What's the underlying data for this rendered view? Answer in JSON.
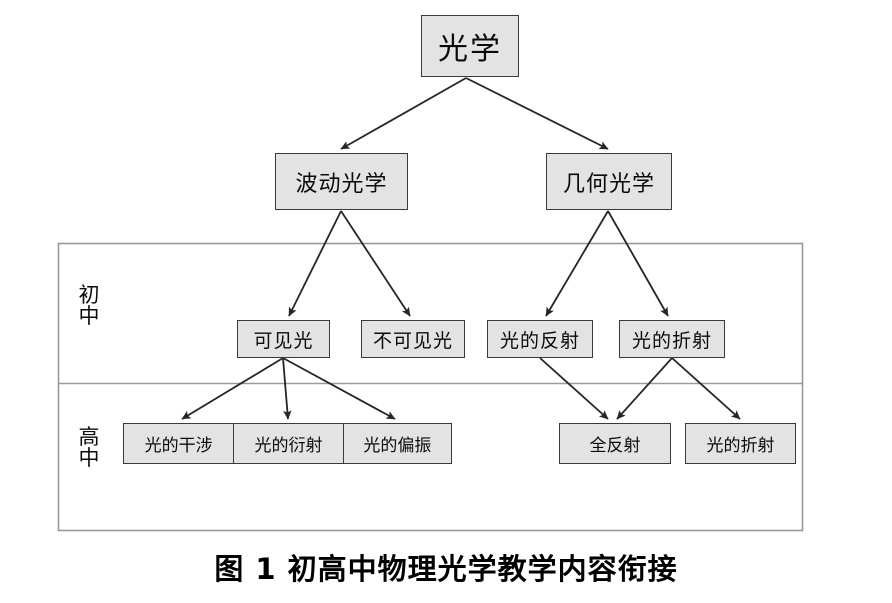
{
  "figure": {
    "caption": "图 1  初高中物理光学教学内容衔接",
    "frame": {
      "stages": [
        {
          "key": "junior",
          "label_chars": [
            "初",
            "中"
          ]
        },
        {
          "key": "senior",
          "label_chars": [
            "高",
            "中"
          ]
        }
      ]
    },
    "colors": {
      "node_fill": "#e3e3e3",
      "node_border": "#3a3a3a",
      "frame_border": "#9a9a9a",
      "arrow": "#262626",
      "text": "#0b0b0b"
    },
    "nodes": {
      "root": "光学",
      "level2": [
        {
          "key": "wave",
          "label": "波动光学"
        },
        {
          "key": "geometric",
          "label": "几何光学"
        }
      ],
      "level3": [
        {
          "key": "visible",
          "label": "可见光"
        },
        {
          "key": "invisible",
          "label": "不可见光"
        },
        {
          "key": "reflection",
          "label": "光的反射"
        },
        {
          "key": "refraction",
          "label": "光的折射"
        }
      ],
      "level4_left": [
        {
          "key": "interference",
          "label": "光的干涉"
        },
        {
          "key": "diffraction",
          "label": "光的衍射"
        },
        {
          "key": "polarization",
          "label": "光的偏振"
        }
      ],
      "level4_right": [
        {
          "key": "total-reflection",
          "label": "全反射"
        },
        {
          "key": "refraction-senior",
          "label": "光的折射"
        }
      ]
    },
    "edges": [
      {
        "from": "root",
        "to": "wave"
      },
      {
        "from": "root",
        "to": "geometric"
      },
      {
        "from": "wave",
        "to": "visible"
      },
      {
        "from": "wave",
        "to": "invisible"
      },
      {
        "from": "geometric",
        "to": "reflection"
      },
      {
        "from": "geometric",
        "to": "refraction"
      },
      {
        "from": "visible",
        "to": "interference"
      },
      {
        "from": "visible",
        "to": "diffraction"
      },
      {
        "from": "visible",
        "to": "polarization"
      },
      {
        "from": "reflection",
        "to": "total-reflection"
      },
      {
        "from": "refraction",
        "to": "total-reflection"
      },
      {
        "from": "refraction",
        "to": "refraction-senior"
      }
    ]
  }
}
